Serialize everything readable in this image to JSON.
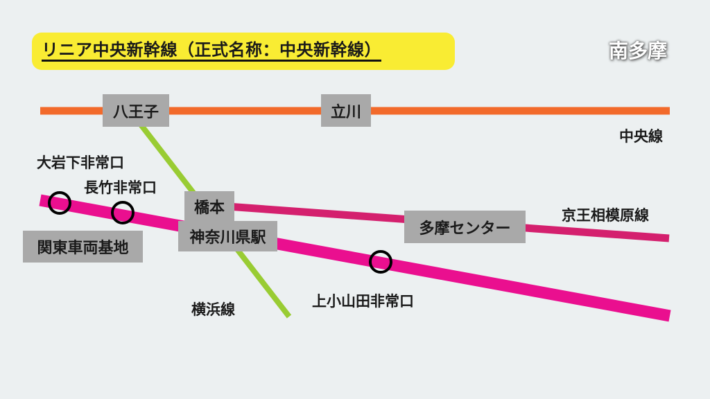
{
  "title": "リニア中央新幹線（正式名称：中央新幹線）",
  "region": "南多摩",
  "colors": {
    "background": "#ecf0f1",
    "title_highlight": "#f9ec33",
    "chuo_line": "#f26a2b",
    "keio_line": "#d4206e",
    "linear_line": "#ea0f8f",
    "yokohama_line": "#99cc33",
    "station_box": "#a9a9a9"
  },
  "lines": {
    "chuo": "中央線",
    "keio_sagamihara": "京王相模原線",
    "yokohama": "横浜線"
  },
  "stations": {
    "hachioji": "八王子",
    "tachikawa": "立川",
    "hashimoto": "橋本",
    "kanagawa_kenmae": "神奈川県駅",
    "tama_center": "多摩センター",
    "kanto_depot": "関東車両基地"
  },
  "emergency_exits": {
    "oiwashita": "大岩下非常口",
    "nagatake": "長竹非常口",
    "kamioyamada": "上小山田非常口"
  }
}
